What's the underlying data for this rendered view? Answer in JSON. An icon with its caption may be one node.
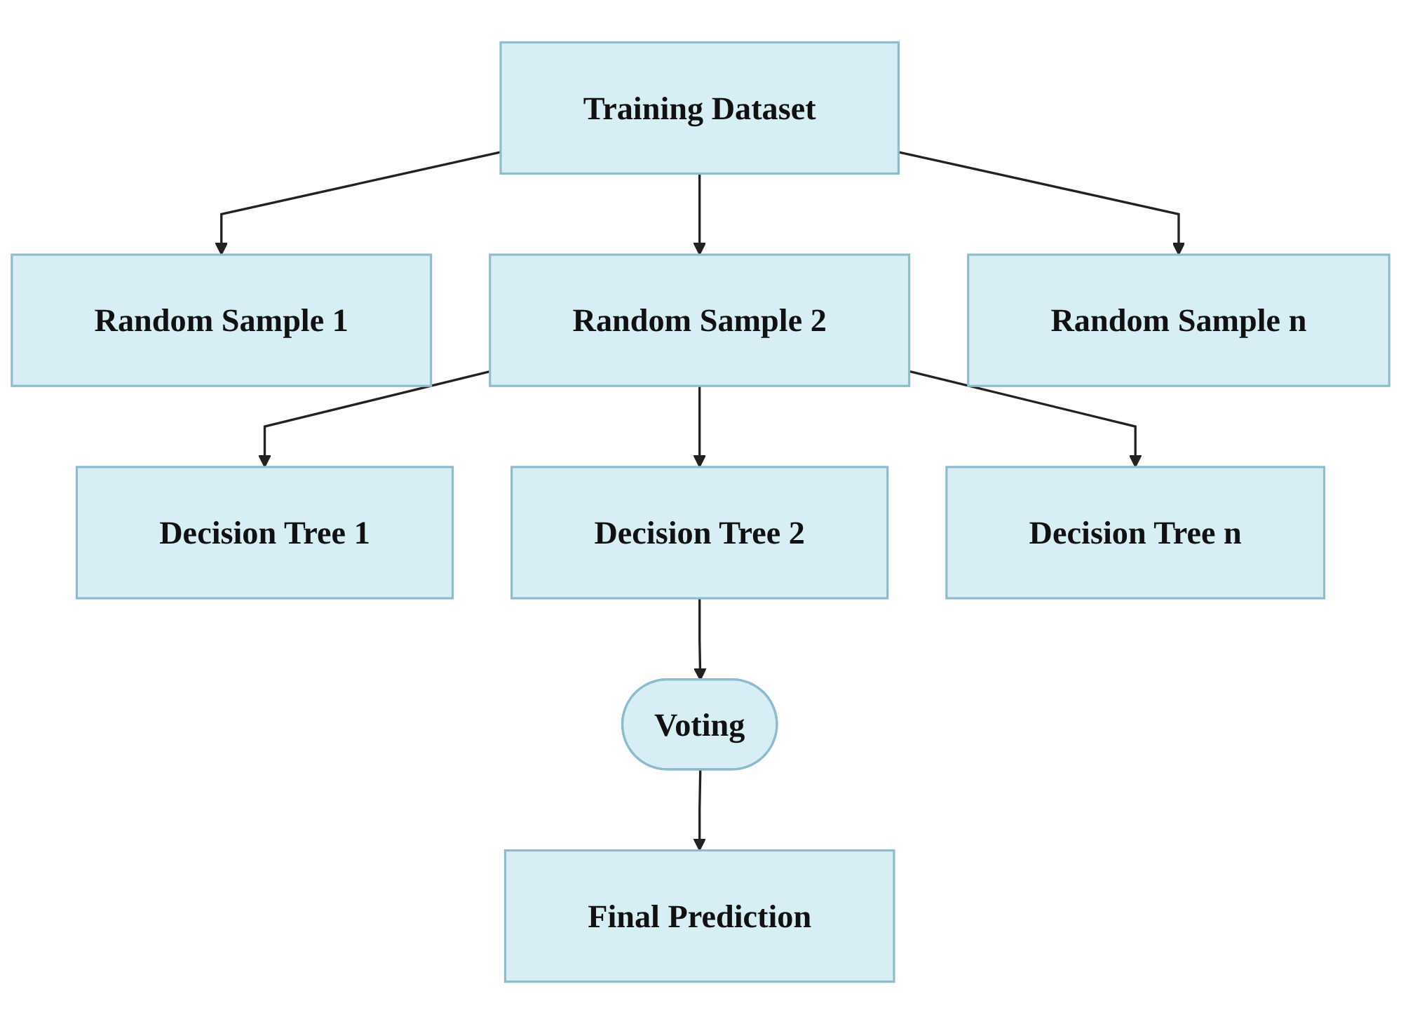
{
  "diagram": {
    "nodes": [
      {
        "text": [
          "Training Dataset"
        ]
      },
      {
        "text": [
          "Random Sample 1"
        ]
      },
      {
        "text": [
          "Random Sample 2"
        ]
      },
      {
        "text": [
          "Random Sample n"
        ]
      },
      {
        "text": [
          "Decision Tree 1"
        ]
      },
      {
        "text": [
          "Decision Tree 2"
        ]
      },
      {
        "text": [
          "Decision Tree n"
        ]
      },
      {
        "text": [
          "Voting"
        ]
      },
      {
        "text": [
          "Final Prediction"
        ]
      }
    ],
    "edges": [
      {
        "from": 0,
        "to": 1,
        "arrow": "to"
      },
      {
        "from": 0,
        "to": 2,
        "arrow": "to"
      },
      {
        "from": 0,
        "to": 3,
        "arrow": "to"
      },
      {
        "from": 2,
        "to": 4,
        "arrow": "to"
      },
      {
        "from": 2,
        "to": 5,
        "arrow": "to"
      },
      {
        "from": 2,
        "to": 6,
        "arrow": "to"
      },
      {
        "from": 5,
        "to": 7,
        "arrow": "to"
      },
      {
        "from": 7,
        "to": 8,
        "arrow": "to"
      }
    ]
  }
}
